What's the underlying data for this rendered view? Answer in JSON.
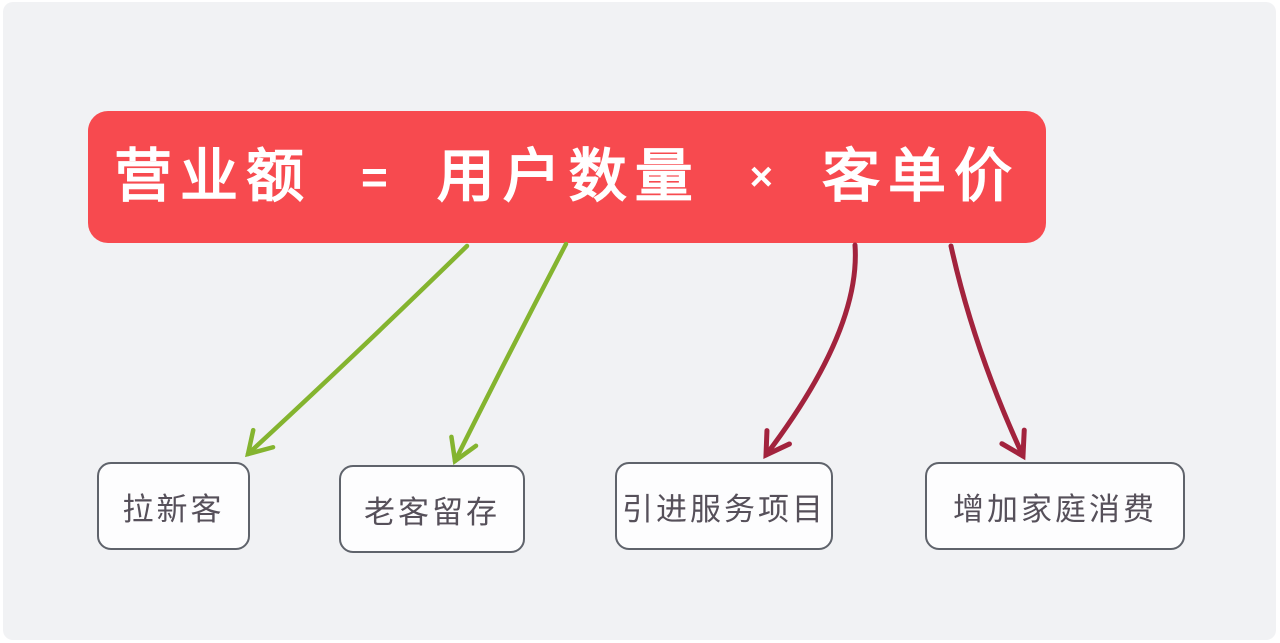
{
  "colors": {
    "page_bg": "#ffffff",
    "canvas_bg": "#f1f2f4",
    "banner_bg": "#f74a4f",
    "banner_text": "#ffffff",
    "box_bg": "#fdfdfe",
    "box_border": "#5f636b",
    "box_text": "#56505a",
    "green_arrow": "#84b42f",
    "red_arrow": "#a2233d"
  },
  "banner": {
    "terms": [
      {
        "text": "营业额",
        "type": "term"
      },
      {
        "text": "=",
        "type": "operator"
      },
      {
        "text": "用户数量",
        "type": "term"
      },
      {
        "text": "×",
        "type": "operator"
      },
      {
        "text": "客单价",
        "type": "term"
      }
    ]
  },
  "boxes": [
    {
      "label": "拉新客"
    },
    {
      "label": "老客留存"
    },
    {
      "label": "引进服务项目"
    },
    {
      "label": "增加家庭消费"
    }
  ],
  "connections": [
    {
      "from": "用户数量",
      "to": "拉新客",
      "color": "green"
    },
    {
      "from": "用户数量",
      "to": "老客留存",
      "color": "green"
    },
    {
      "from": "客单价",
      "to": "引进服务项目",
      "color": "red"
    },
    {
      "from": "客单价",
      "to": "增加家庭消费",
      "color": "red"
    }
  ]
}
